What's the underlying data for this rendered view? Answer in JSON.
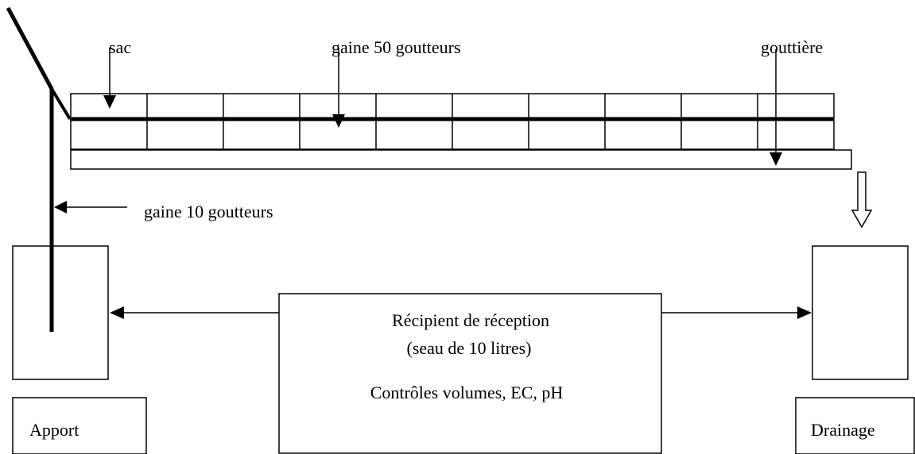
{
  "labels": {
    "sac": "sac",
    "gaine_50": "gaine 50 goutteurs",
    "gouttiere": "gouttière",
    "gaine_10": "gaine 10 goutteurs",
    "apport": "Apport",
    "drainage": "Drainage",
    "recipient_line1": "Récipient de réception",
    "recipient_line2": "(seau de 10 litres)",
    "recipient_line3": "Contrôles volumes, EC, pH"
  },
  "structure": {
    "bag_columns": 10
  },
  "colors": {
    "stroke": "#000000",
    "background": "#ffffff"
  }
}
